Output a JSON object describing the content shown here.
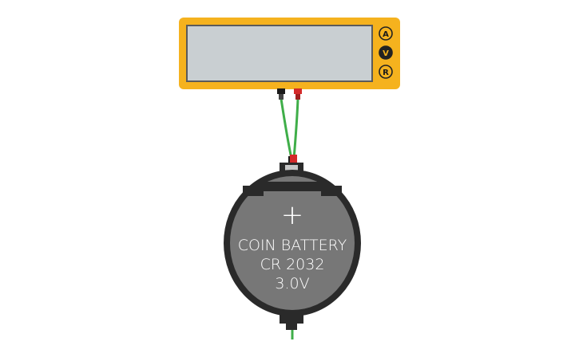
{
  "multimeter": {
    "display_value": "",
    "modes": [
      {
        "id": "current",
        "label": "A",
        "selected": false
      },
      {
        "id": "voltage",
        "label": "V",
        "selected": true
      },
      {
        "id": "resistance",
        "label": "R",
        "selected": false
      }
    ],
    "colors": {
      "body": "#f5b21e",
      "screen": "#c9cfd2",
      "screen_border": "#5a5a5a",
      "button": "#f5b21e",
      "button_selected": "#222222"
    }
  },
  "probes": {
    "negative_color": "#1a1a1a",
    "positive_color": "#d42a2a",
    "wire_color": "#3fae49"
  },
  "battery": {
    "line1": "COIN BATTERY",
    "line2": "CR 2032",
    "line3": "3.0V",
    "symbol": "+",
    "colors": {
      "holder": "#2a2a2a",
      "cell": "#777777",
      "terminal": "#c7c7c7"
    }
  }
}
